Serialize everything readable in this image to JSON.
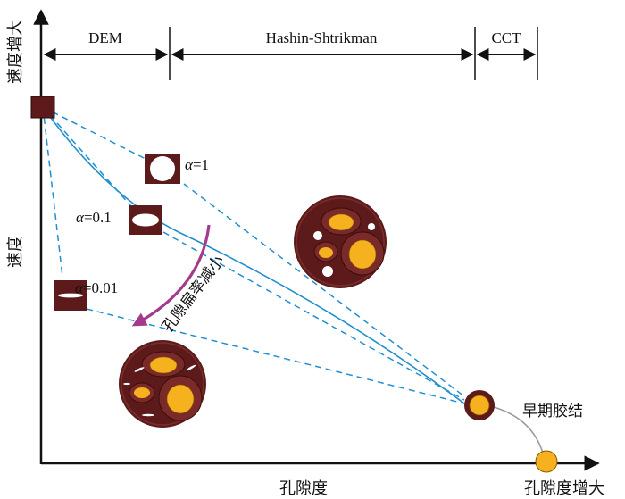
{
  "axes": {
    "y_top_label": "速度增大",
    "y_label": "速度",
    "x_label": "孔隙度",
    "x_end_label": "孔隙度增大"
  },
  "regions": {
    "dem": "DEM",
    "hashin": "Hashin-Shtrikman",
    "cct": "CCT"
  },
  "alpha_labels": {
    "a1": {
      "symbol": "α",
      "value": "=1"
    },
    "a01": {
      "symbol": "α",
      "value": "=0.1"
    },
    "a001": {
      "symbol": "α",
      "value": "=0.01"
    }
  },
  "trend_label": "孔隙扁率减小",
  "cement_label": "早期胶结",
  "colors": {
    "grain": "#5c1a1a",
    "pore_fill": "#f5b11e",
    "curve": "#1f8fd0",
    "arrow": "#a43b8a"
  }
}
